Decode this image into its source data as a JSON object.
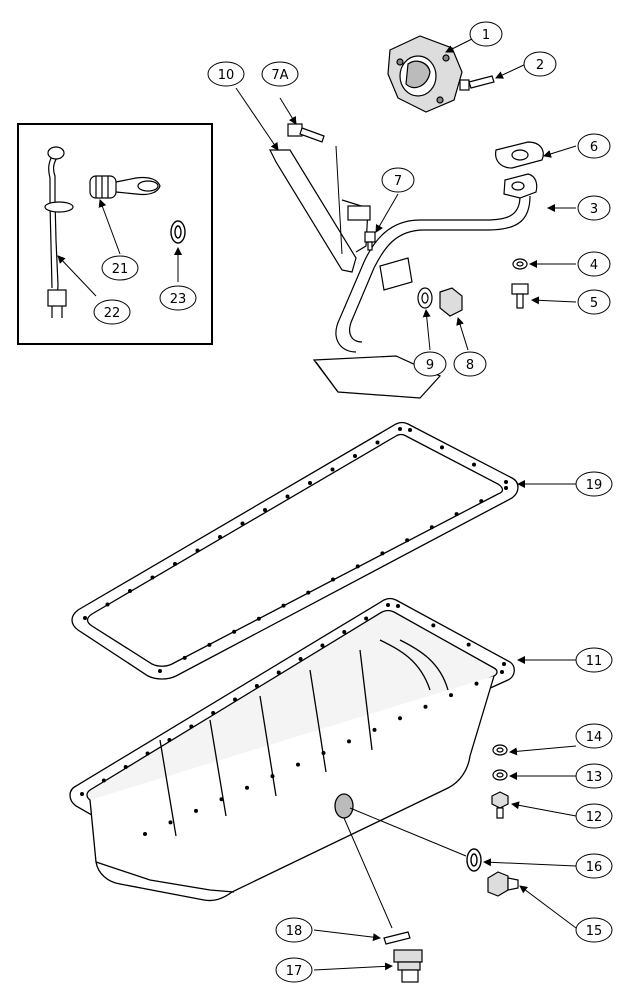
{
  "callouts": [
    {
      "id": "c1",
      "label": "1"
    },
    {
      "id": "c2",
      "label": "2"
    },
    {
      "id": "c3",
      "label": "3"
    },
    {
      "id": "c4",
      "label": "4"
    },
    {
      "id": "c5",
      "label": "5"
    },
    {
      "id": "c6",
      "label": "6"
    },
    {
      "id": "c7",
      "label": "7"
    },
    {
      "id": "c7a",
      "label": "7A"
    },
    {
      "id": "c8",
      "label": "8"
    },
    {
      "id": "c9",
      "label": "9"
    },
    {
      "id": "c10",
      "label": "10"
    },
    {
      "id": "c11",
      "label": "11"
    },
    {
      "id": "c12",
      "label": "12"
    },
    {
      "id": "c13",
      "label": "13"
    },
    {
      "id": "c14",
      "label": "14"
    },
    {
      "id": "c15",
      "label": "15"
    },
    {
      "id": "c16",
      "label": "16"
    },
    {
      "id": "c17",
      "label": "17"
    },
    {
      "id": "c18",
      "label": "18"
    },
    {
      "id": "c19",
      "label": "19"
    },
    {
      "id": "c21",
      "label": "21"
    },
    {
      "id": "c22",
      "label": "22"
    },
    {
      "id": "c23",
      "label": "23"
    }
  ]
}
